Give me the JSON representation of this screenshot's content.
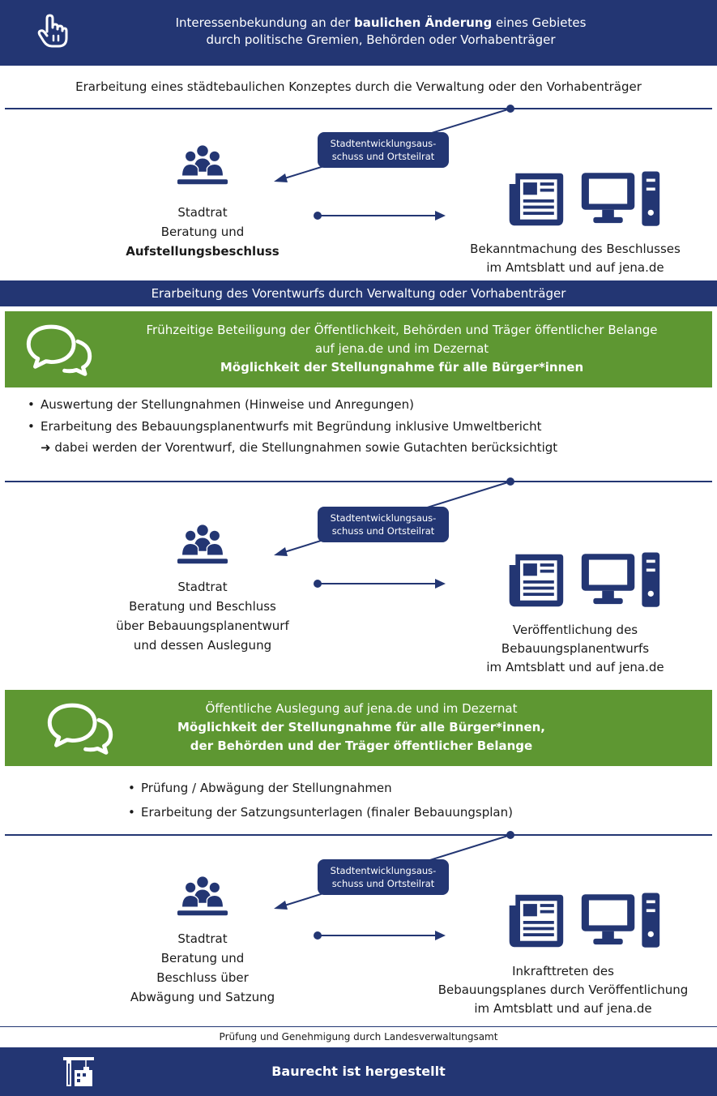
{
  "header": {
    "line1_pre": "Interessenbekundung an der ",
    "line1_bold": "baulichen Änderung",
    "line1_post": " eines Gebietes",
    "line2": "durch politische Gremien, Behörden oder Vorhabenträger"
  },
  "step_konzept": "Erarbeitung eines städtebaulichen Konzeptes durch die Verwaltung oder den Vorhabenträger",
  "badge": {
    "line1": "Stadtentwicklungsaus-",
    "line2": "schuss und Ortsteilrat"
  },
  "section1": {
    "left": [
      "Stadtrat",
      "Beratung und"
    ],
    "left_bold": "Aufstellungsbeschluss",
    "right": [
      "Bekanntmachung des Beschlusses",
      "im Amtsblatt und auf jena.de"
    ]
  },
  "step_vorentwurf": "Erarbeitung des Vorentwurfs durch Verwaltung oder Vorhabenträger",
  "green1": {
    "line1": "Frühzeitige Beteiligung  der Öffentlichkeit,  Behörden und Träger öffentlicher Belange",
    "line2": "auf jena.de und im Dezernat",
    "line3_bold": "Möglichkeit der Stellungnahme für alle Bürger*innen"
  },
  "bullets1": [
    "Auswertung der Stellungnahmen (Hinweise und Anregungen)",
    "Erarbeitung des Bebauungsplanentwurfs mit Begründung inklusive Umweltbericht"
  ],
  "bullets1_sub": "➜ dabei werden der Vorentwurf, die Stellungnahmen sowie Gutachten berücksichtigt",
  "section2": {
    "left": [
      "Stadtrat",
      "Beratung und Beschluss",
      "über Bebauungsplanentwurf",
      "und dessen Auslegung"
    ],
    "right": [
      "Veröffentlichung des",
      "Bebauungsplanentwurfs",
      "im Amtsblatt und auf jena.de"
    ]
  },
  "green2": {
    "line1": "Öffentliche Auslegung auf jena.de und im Dezernat",
    "line2_bold": "Möglichkeit der Stellungnahme für alle Bürger*innen,",
    "line3_bold": "der Behörden und der Träger öffentlicher Belange"
  },
  "bullets2": [
    "Prüfung / Abwägung  der Stellungnahmen",
    "Erarbeitung der Satzungsunterlagen (finaler Bebauungsplan)"
  ],
  "section3": {
    "left": [
      "Stadtrat",
      "Beratung und",
      "Beschluss über",
      "Abwägung und Satzung"
    ],
    "right": [
      "Inkrafttreten des",
      "Bebauungsplanes durch Veröffentlichung",
      "im Amtsblatt und auf jena.de"
    ]
  },
  "pruefung": "Prüfung und Genehmigung durch Landesverwaltungsamt",
  "footer": "Baurecht ist hergestellt",
  "colors": {
    "navy": "#233673",
    "green": "#5e9732"
  }
}
